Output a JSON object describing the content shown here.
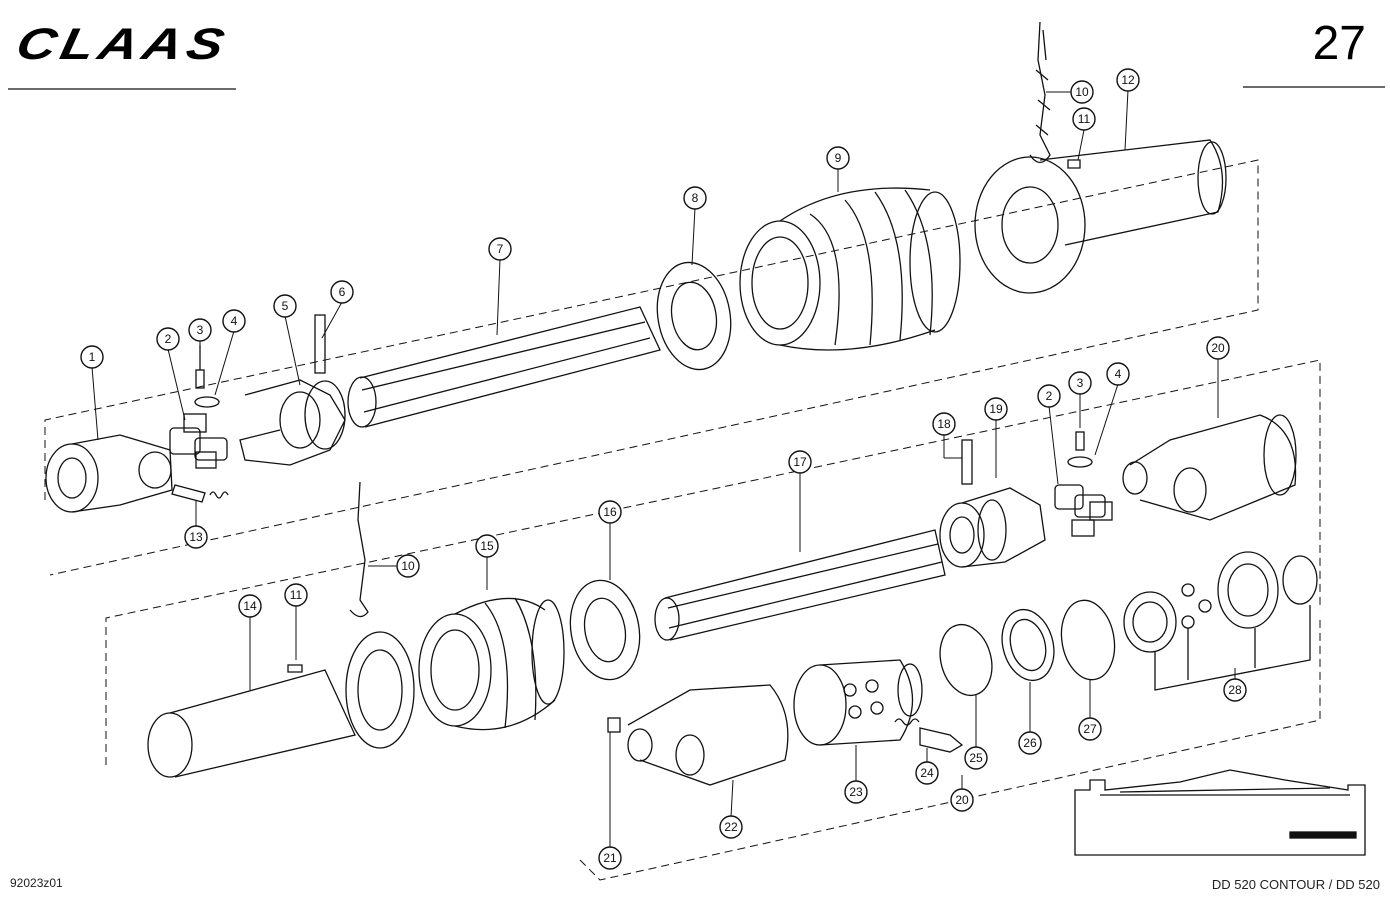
{
  "header": {
    "logo": "CLAAS",
    "page_number": "27"
  },
  "footer": {
    "drawing_code": "92023z01",
    "model": "DD 520 CONTOUR / DD 520"
  },
  "callouts": [
    "1",
    "2",
    "3",
    "4",
    "5",
    "6",
    "7",
    "8",
    "9",
    "10",
    "11",
    "12",
    "13",
    "14",
    "15",
    "16",
    "17",
    "18",
    "19",
    "20",
    "21",
    "22",
    "23",
    "24",
    "25",
    "26",
    "27",
    "28"
  ]
}
